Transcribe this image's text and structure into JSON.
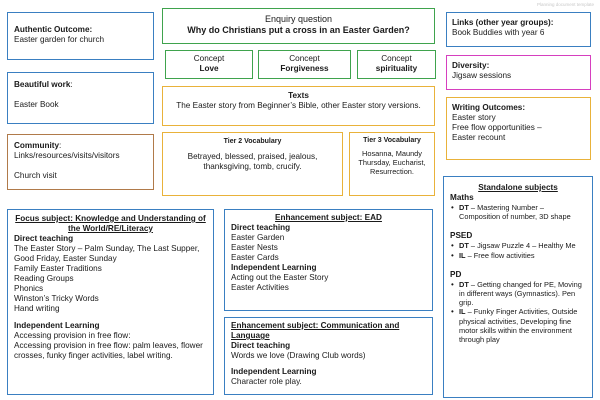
{
  "watermark": "Planning document template",
  "authentic": {
    "title": "Authentic Outcome:",
    "text": "Easter garden for church"
  },
  "beautiful": {
    "title": "Beautiful work",
    "colon": ":",
    "text": "Easter Book"
  },
  "community": {
    "title": "Community",
    "colon": ":",
    "line1": "Links/resources/visits/visitors",
    "line2": "Church visit"
  },
  "enquiry": {
    "label": "Enquiry question",
    "question": "Why do Christians put a cross in an Easter Garden?"
  },
  "concepts": [
    {
      "label": "Concept",
      "value": "Love"
    },
    {
      "label": "Concept",
      "value": "Forgiveness"
    },
    {
      "label": "Concept",
      "value": "spirituality"
    }
  ],
  "links": {
    "title": "Links (other year groups):",
    "text": "Book Buddies with year 6"
  },
  "diversity": {
    "title": "Diversity:",
    "text": "Jigsaw sessions"
  },
  "writing": {
    "title": "Writing Outcomes:",
    "lines": [
      "Easter story",
      "Free flow opportunities –",
      "Easter recount"
    ]
  },
  "texts": {
    "title": "Texts",
    "body": "The Easter story from Beginner’s Bible, other Easter story versions."
  },
  "tier2": {
    "title": "Tier 2 Vocabulary",
    "body": "Betrayed, blessed, praised, jealous, thanksgiving, tomb, crucify."
  },
  "tier3": {
    "title": "Tier 3 Vocabulary",
    "body": "Hosanna, Maundy Thursday, Eucharist, Resurrection."
  },
  "focus": {
    "title": "Focus subject: Knowledge and Understanding of the World/RE/Literacy",
    "dt_head": "Direct teaching",
    "dt_items": [
      "The Easter Story – Palm Sunday, The Last Supper, Good Friday, Easter Sunday",
      "Family Easter Traditions",
      "Reading Groups",
      "Phonics",
      "Winston’s Tricky Words",
      "Hand writing"
    ],
    "il_head": "Independent Learning",
    "il_items": [
      "Accessing provision in free flow:",
      "Accessing provision in free flow: palm leaves, flower crosses, funky finger activities, label writing."
    ]
  },
  "ead": {
    "title": "Enhancement subject: EAD",
    "dt_head": "Direct teaching",
    "dt_items": [
      "Easter Garden",
      "Easter Nests",
      "Easter Cards"
    ],
    "il_head": "Independent Learning",
    "il_items": [
      "Acting out the Easter Story",
      "Easter Activities"
    ]
  },
  "comm": {
    "title": "Enhancement subject: Communication and Language",
    "dt_head": "Direct teaching",
    "dt_text": "Words we love (Drawing Club words)",
    "il_head": "Independent Learning",
    "il_text": "Character role play."
  },
  "standalone": {
    "title": "Standalone  subjects",
    "maths": {
      "head": "Maths",
      "items": [
        {
          "tag": "DT",
          "text": " – Mastering Number – Composition of number, 3D shape"
        }
      ]
    },
    "psed": {
      "head": "PSED",
      "items": [
        {
          "tag": "DT",
          "text": " – Jigsaw Puzzle 4 – Healthy Me"
        },
        {
          "tag": "IL",
          "text": " – Free flow activities"
        }
      ]
    },
    "pd": {
      "head": "PD",
      "items": [
        {
          "tag": "DT",
          "text": " – Getting changed for PE, Moving in different ways (Gymnastics). Pen grip."
        },
        {
          "tag": "IL",
          "text": " – Funky Finger Activities, Outside physical activities, Developing fine motor skills within the environment through play"
        }
      ]
    }
  },
  "colors": {
    "blue": "#3a7fc1",
    "green": "#3fa34d",
    "yellow": "#e9b23a",
    "pink": "#d63fbf",
    "brown": "#b07a4a"
  }
}
